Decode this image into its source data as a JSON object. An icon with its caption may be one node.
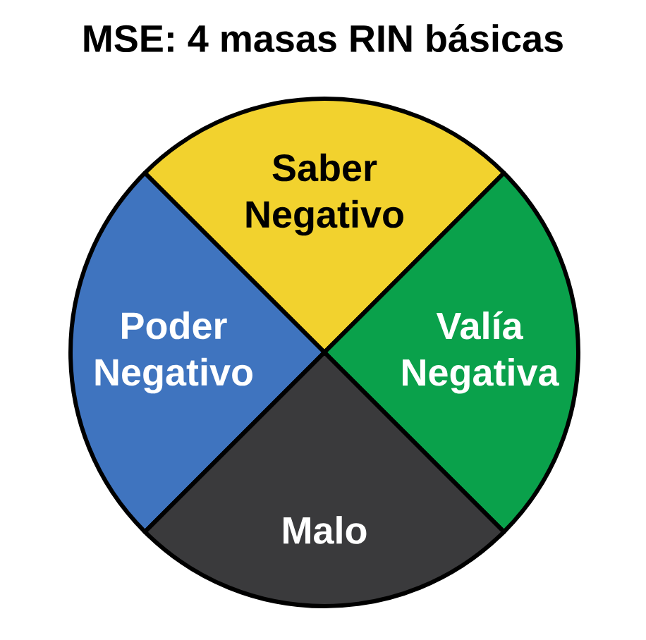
{
  "diagram": {
    "title": "MSE: 4 masas RIN básicas",
    "nodes": [
      {
        "text": [
          "Saber Negativo"
        ]
      },
      {
        "text": [
          "Poder Negativo"
        ]
      },
      {
        "text": [
          "Valía Negativa"
        ]
      },
      {
        "text": [
          "Malo"
        ]
      }
    ]
  }
}
